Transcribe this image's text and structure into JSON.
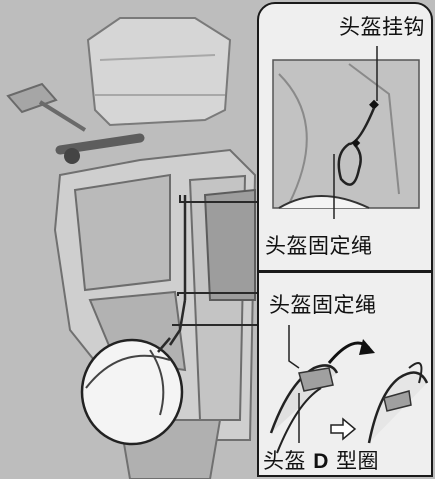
{
  "callouts": {
    "helmet_hook": "头盔挂钩",
    "helmet_lock_wire_top": "头盔固定绳",
    "helmet_lock_wire_bottom": "头盔固定绳",
    "d_ring": {
      "prefix": "头盔",
      "letter": "D",
      "suffix": "型圈"
    }
  },
  "colors": {
    "background": "#bdbdbd",
    "panel": "#efefef",
    "outline": "#1a1a1a"
  },
  "icons": [
    "arrow-right-icon",
    "curved-arrow-icon"
  ]
}
